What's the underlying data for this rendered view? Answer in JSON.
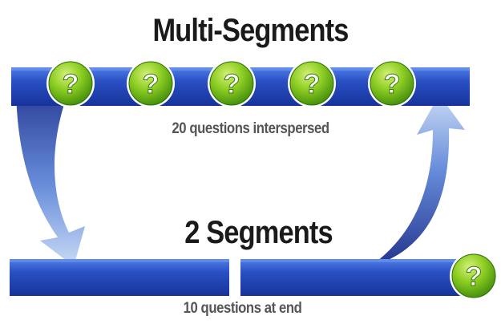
{
  "top": {
    "title": "Multi-Segments",
    "caption": "20 questions interspersed",
    "badges": [
      "?",
      "?",
      "?",
      "?",
      "?"
    ]
  },
  "bottom": {
    "title": "2 Segments",
    "caption": "10 questions at end",
    "badges": [
      "?"
    ]
  },
  "colors": {
    "bar": "#1f45b8",
    "bar_highlight": "#4a78e0",
    "badge": "#7cc520",
    "badge_dark": "#3f8a0a",
    "arrow_light": "#b8cff0",
    "arrow_dark": "#1b2e8c"
  },
  "icons": {
    "question_badge": "question-badge-icon",
    "left_arrow": "curved-arrow-down-icon",
    "right_arrow": "curved-arrow-up-icon"
  }
}
